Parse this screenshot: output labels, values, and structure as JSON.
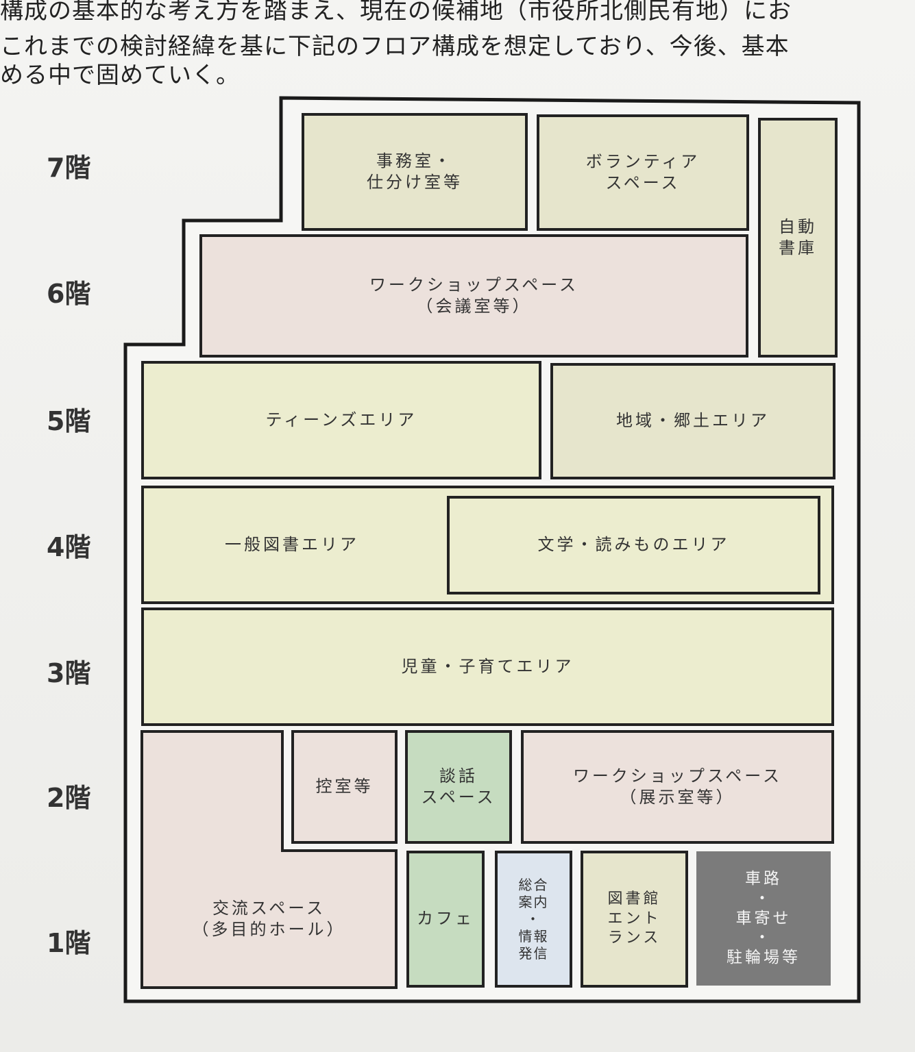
{
  "paragraph": [
    "構成の基本的な考え方を踏まえ、現在の候補地（市役所北側民有地）にお",
    "これまでの検討経緯を基に下記のフロア構成を想定しており、今後、基本",
    "める中で固めていく。"
  ],
  "floors": [
    "7階",
    "6階",
    "5階",
    "4階",
    "3階",
    "2階",
    "1階"
  ],
  "rooms": {
    "office": "事務室・\n仕分け室等",
    "volunteer": "ボランティア\nスペース",
    "auto_stack": "自動\n書庫",
    "workshop6": "ワークショップスペース\n（会議室等）",
    "teens": "ティーンズエリア",
    "local": "地域・郷土エリア",
    "general": "一般図書エリア",
    "literature": "文学・読みものエリア",
    "children": "児童・子育てエリア",
    "waiting": "控室等",
    "lounge": "談話\nスペース",
    "workshop2": "ワークショップスペース\n（展示室等）",
    "exchange": "交流スペース\n（多目的ホール）",
    "cafe": "カフェ",
    "info": "総合\n案内\n・\n情報\n発信",
    "entrance": "図書館\nエント\nランス",
    "driveway": "車路\n・\n車寄せ\n・\n駐輪場等"
  },
  "colors": {
    "beige": "#e6e5cc",
    "pink": "#ece1dc",
    "green": "#c6dcc0",
    "blue": "#dde5ee",
    "gray": "#7b7b7b"
  }
}
